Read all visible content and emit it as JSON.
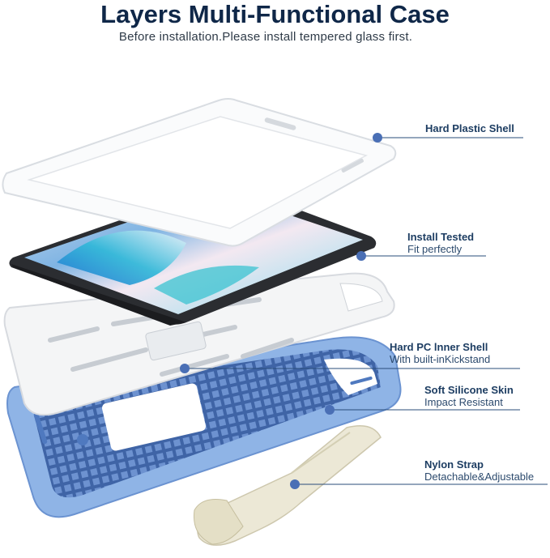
{
  "header": {
    "title": "Layers Multi-Functional Case",
    "subtitle": "Before installation.Please install tempered glass first."
  },
  "callouts": [
    {
      "label": "Hard Plastic Shell",
      "sub": ""
    },
    {
      "label": "Install Tested",
      "sub": "Fit perfectly"
    },
    {
      "label": "Hard PC lnner Shell",
      "sub": "With built-inKickstand"
    },
    {
      "label": "Soft Silicone Skin",
      "sub": "Impact Resistant"
    },
    {
      "label": "Nylon Strap",
      "sub": "Detachable&Adjustable"
    }
  ],
  "colors": {
    "title": "#0f2748",
    "accent_dot": "#4a6fb5",
    "silicone": "#8fb4e6",
    "silicone_dark": "#4f79bf",
    "shell": "#f4f5f6",
    "strap": "#ece8d6",
    "tablet": "#2b2d31"
  }
}
